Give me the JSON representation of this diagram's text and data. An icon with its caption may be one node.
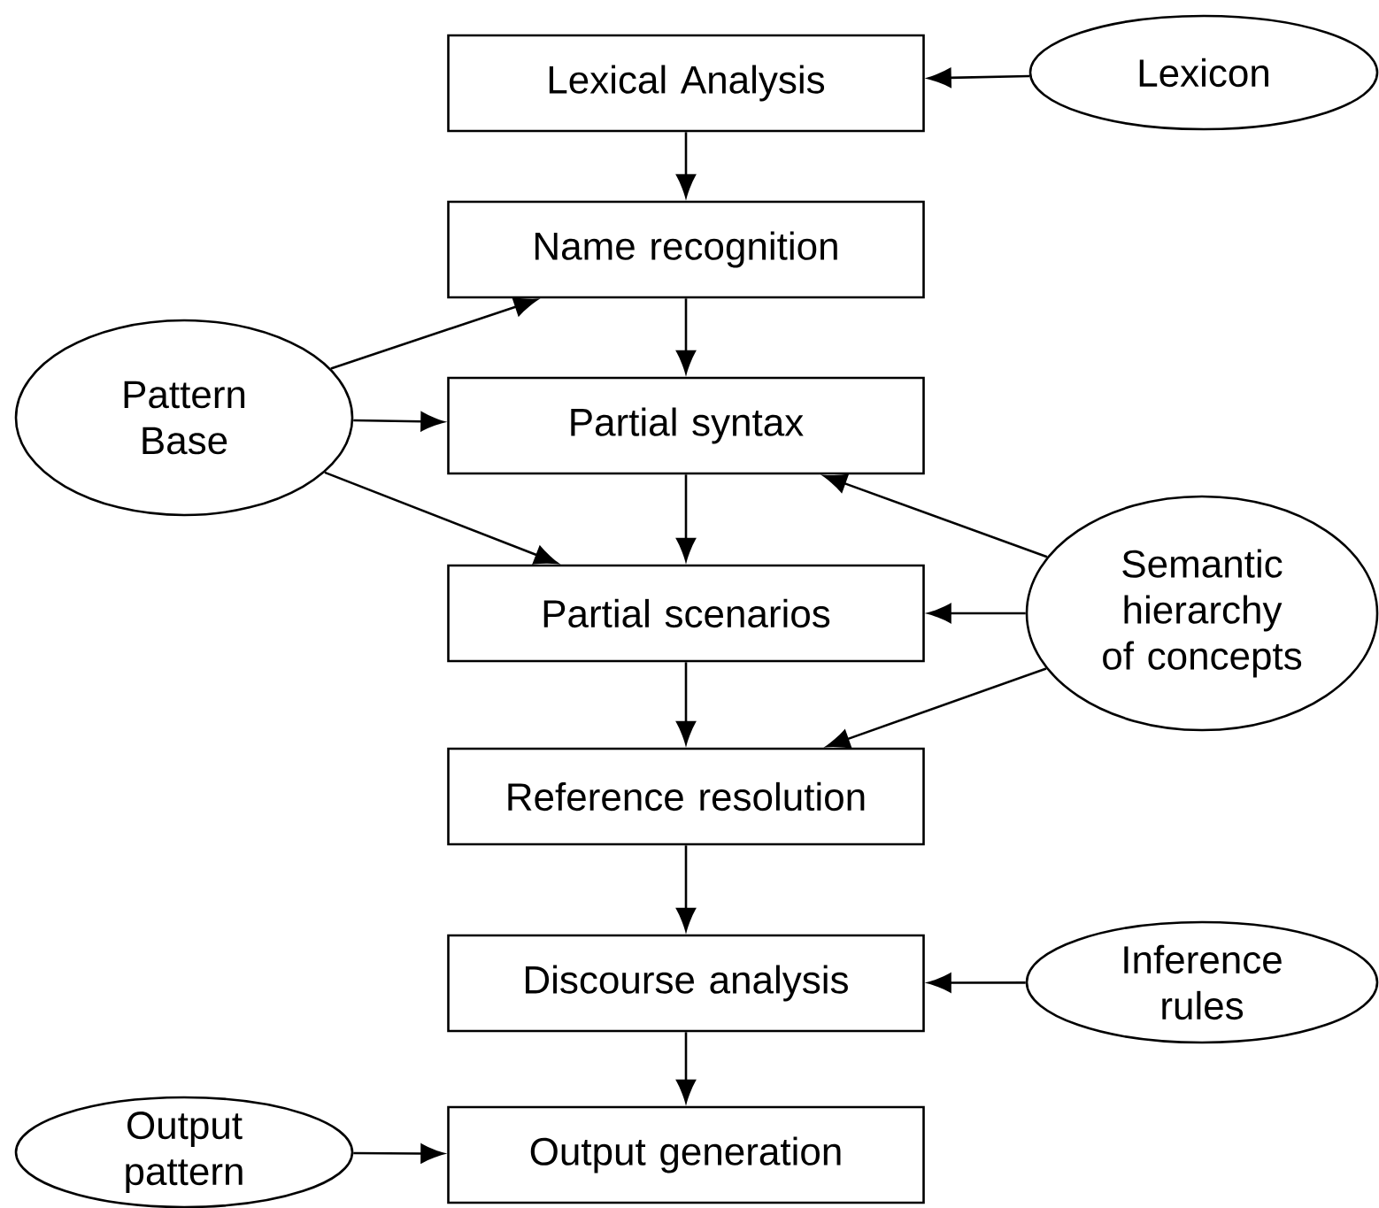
{
  "diagram": {
    "nodes": [
      {
        "text": [
          "Lexical Analysis"
        ]
      },
      {
        "text": [
          "Lexicon"
        ]
      },
      {
        "text": [
          "Name recognition"
        ]
      },
      {
        "text": [
          "Pattern Base"
        ]
      },
      {
        "text": [
          "Partial syntax"
        ]
      },
      {
        "text": [
          "Partial scenarios"
        ]
      },
      {
        "text": [
          "Semantic hierarchy of concepts"
        ]
      },
      {
        "text": [
          "Reference resolution"
        ]
      },
      {
        "text": [
          "Discourse analysis"
        ]
      },
      {
        "text": [
          "Inference rules"
        ]
      },
      {
        "text": [
          "Output pattern"
        ]
      },
      {
        "text": [
          "Output generation"
        ]
      }
    ],
    "edges": [
      {
        "from": 1,
        "to": 0,
        "arrow": "to"
      },
      {
        "from": 0,
        "to": 2,
        "arrow": "to"
      },
      {
        "from": 3,
        "to": 2,
        "arrow": "to"
      },
      {
        "from": 2,
        "to": 4,
        "arrow": "to"
      },
      {
        "from": 3,
        "to": 4,
        "arrow": "to"
      },
      {
        "from": 3,
        "to": 5,
        "arrow": "to"
      },
      {
        "from": 4,
        "to": 5,
        "arrow": "to"
      },
      {
        "from": 6,
        "to": 4,
        "arrow": "to"
      },
      {
        "from": 6,
        "to": 5,
        "arrow": "to"
      },
      {
        "from": 6,
        "to": 7,
        "arrow": "to"
      },
      {
        "from": 5,
        "to": 7,
        "arrow": "to"
      },
      {
        "from": 7,
        "to": 8,
        "arrow": "to"
      },
      {
        "from": 9,
        "to": 8,
        "arrow": "to"
      },
      {
        "from": 8,
        "to": 11,
        "arrow": "to"
      },
      {
        "from": 10,
        "to": 11,
        "arrow": "to"
      }
    ]
  }
}
